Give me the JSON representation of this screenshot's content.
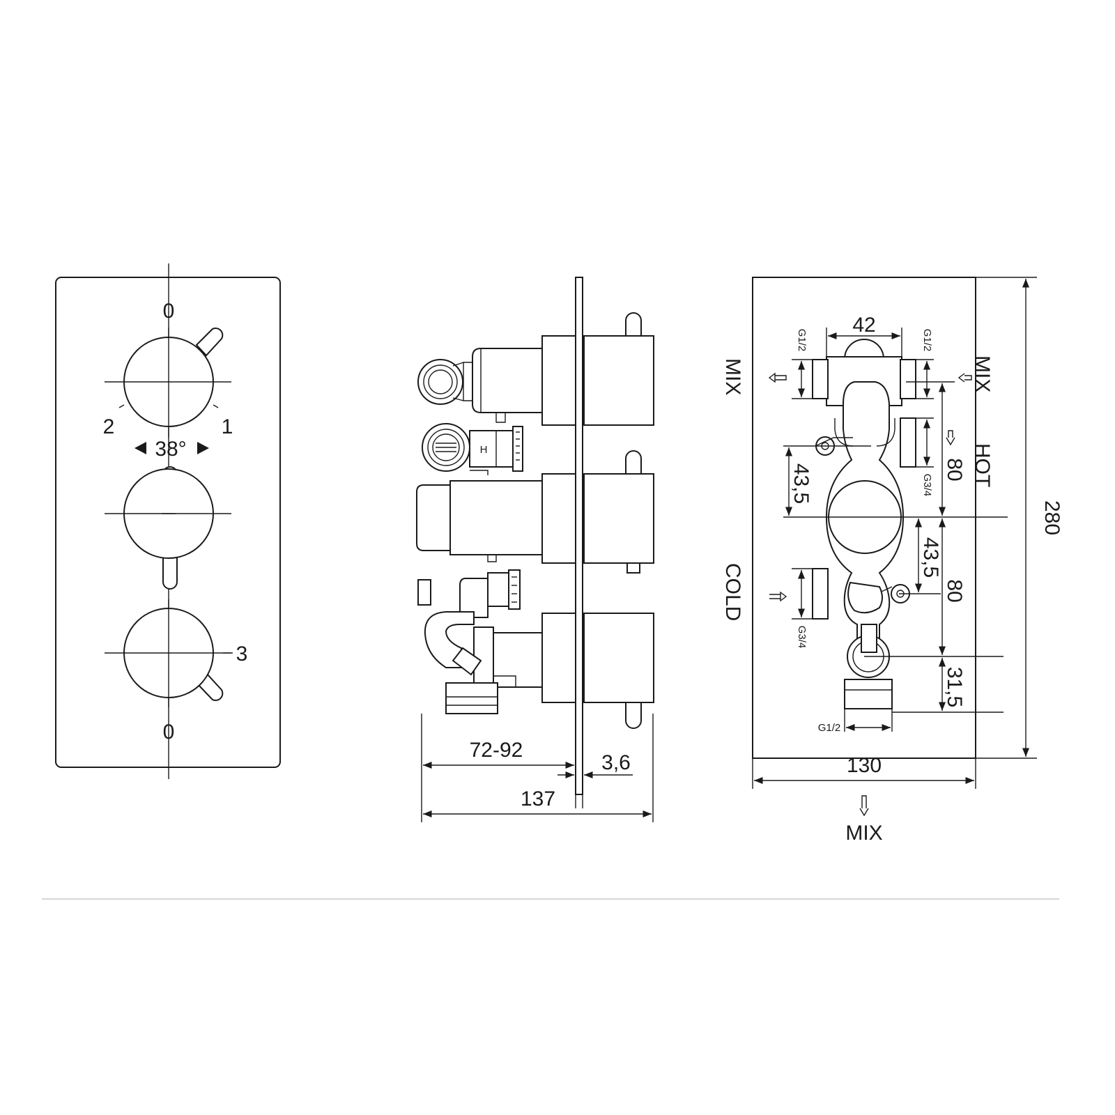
{
  "front_view": {
    "top_zero": "0",
    "pos_2": "2",
    "pos_1": "1",
    "angle": "38°",
    "pos_3": "3",
    "bottom_zero": "0"
  },
  "side_view": {
    "dim_depth_range": "72-92",
    "dim_plate": "3,6",
    "dim_total": "137",
    "hot_mark": "H"
  },
  "back_view": {
    "dim_42": "42",
    "g12_left": "G1/2",
    "g12_right": "G1/2",
    "mix_left": "MIX",
    "mix_right": "MIX",
    "hot": "HOT",
    "g34_right": "G3/4",
    "dim_80_upper": "80",
    "dim_43_5_left": "43,5",
    "dim_43_5_right": "43,5",
    "dim_80_lower": "80",
    "cold": "COLD",
    "g34_left": "G3/4",
    "dim_31_5": "31,5",
    "g12_bottom": "G1/2",
    "dim_280": "280",
    "dim_130": "130",
    "mix_bottom": "MIX"
  }
}
